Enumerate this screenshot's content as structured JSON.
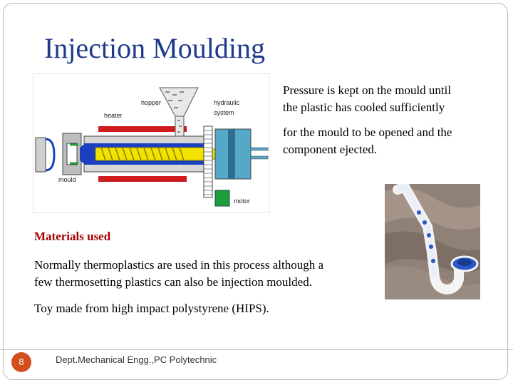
{
  "slide": {
    "title": "Injection Moulding",
    "intro_line1": "Pressure is kept on the mould until",
    "intro_line2": "the plastic has cooled sufficiently",
    "intro_line3": "for the mould to be opened and the",
    "intro_line4": "component ejected.",
    "materials_heading": "Materials used",
    "materials_line1": "Normally thermoplastics are used in this process although a",
    "materials_line2": "few thermosetting plastics can also be injection moulded.",
    "toy_caption": "Toy made from high impact polystyrene (HIPS).",
    "page_number": "8",
    "footer": "Dept.Mechanical Engg.,PC Polytechnic"
  },
  "diagram_labels": {
    "hopper": "hopper",
    "heater": "heater",
    "hydraulic": "hydraulic",
    "system": "system",
    "mould": "mould",
    "motor": "motor"
  },
  "colors": {
    "title": "#1f3a8a",
    "heading": "#a40000",
    "badge": "#d14f1d",
    "heater": "#d01c1c",
    "screw": "#f2e200",
    "barrel": "#1a3fbf",
    "motor": "#1e9e3a",
    "hydraulic": "#56a8c8"
  }
}
